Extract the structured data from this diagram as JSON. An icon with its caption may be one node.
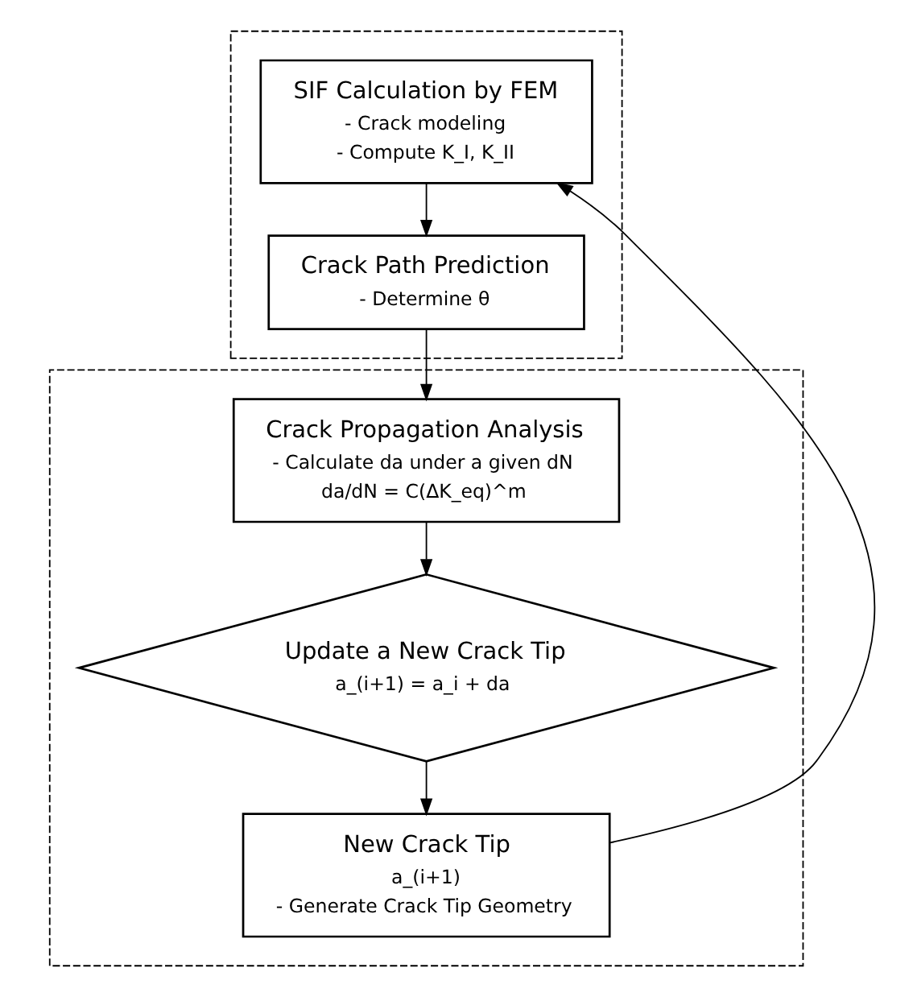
{
  "diagram": {
    "nodes": [
      {
        "text": [],
        "shape": "box"
      },
      {
        "text": [
          "SIF Calculation by FEM",
          "- Crack modeling",
          "- Compute K_I, K_II"
        ],
        "in": 0
      },
      {
        "text": [
          "Crack Path Prediction",
          "- Determine θ"
        ],
        "in": 0
      },
      {
        "text": [],
        "shape": "box"
      },
      {
        "text": [
          "Crack Propagation Analysis",
          "- Calculate da under a given dN",
          "da/dN = C(ΔK_eq)^m"
        ],
        "in": 3
      },
      {
        "text": [
          "Update a New Crack Tip",
          "a_(i+1) = a_i + da"
        ],
        "in": 3
      },
      {
        "text": [
          "New Crack Tip",
          "a_(i+1)",
          "- Generate Crack Tip Geometry"
        ],
        "in": 3
      }
    ],
    "edges": [
      {
        "from": 1,
        "to": 2,
        "arrow": "to"
      },
      {
        "from": 2,
        "to": 4,
        "arrow": "to"
      },
      {
        "from": 4,
        "to": 5,
        "arrow": "to"
      },
      {
        "from": 5,
        "to": 6,
        "arrow": "to"
      },
      {
        "from": 6,
        "to": 1,
        "arrow": "to"
      }
    ]
  }
}
